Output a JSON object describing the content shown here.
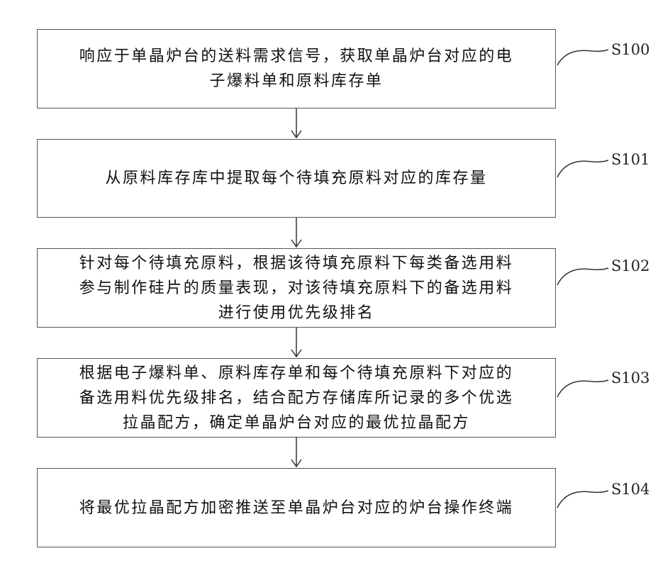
{
  "steps": [
    {
      "label": "S100",
      "text": "响应于单晶炉台的送料需求信号，获取单晶炉台对应的电\n子爆料单和原料库存单"
    },
    {
      "label": "S101",
      "text": "从原料库存库中提取每个待填充原料对应的库存量"
    },
    {
      "label": "S102",
      "text": "针对每个待填充原料，根据该待填充原料下每类备选用料\n参与制作硅片的质量表现，对该待填充原料下的备选用料\n进行使用优先级排名"
    },
    {
      "label": "S103",
      "text": "根据电子爆料单、原料库存单和每个待填充原料下对应的\n备选用料优先级排名，结合配方存储库所记录的多个优选\n拉晶配方，确定单晶炉台对应的最优拉晶配方"
    },
    {
      "label": "S104",
      "text": "将最优拉晶配方加密推送至单晶炉台对应的炉台操作终端"
    }
  ]
}
